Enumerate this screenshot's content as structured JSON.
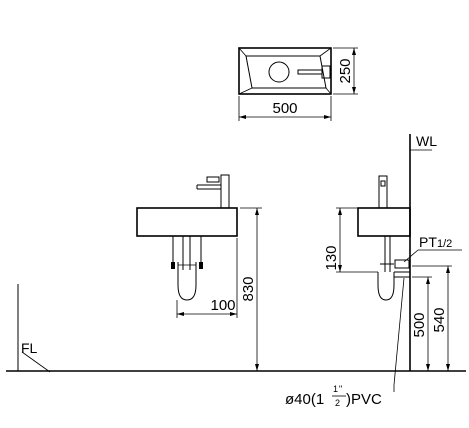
{
  "top_view": {
    "width_label": "500",
    "depth_label": "250"
  },
  "front_view": {
    "spout_drop_label": "100",
    "rim_height_label": "830"
  },
  "side_view": {
    "wall_label": "WL",
    "supply_label_main": "PT",
    "supply_label_sub": "1/2",
    "basin_depth_label": "130",
    "supply_height_label": "540",
    "drain_height_label": "500"
  },
  "floor_label": "FL",
  "drain_pipe_label": {
    "prefix": "ø40(1",
    "fraction_num": "1",
    "fraction_mark": "\"",
    "fraction_den": "2",
    "suffix": ")PVC"
  }
}
